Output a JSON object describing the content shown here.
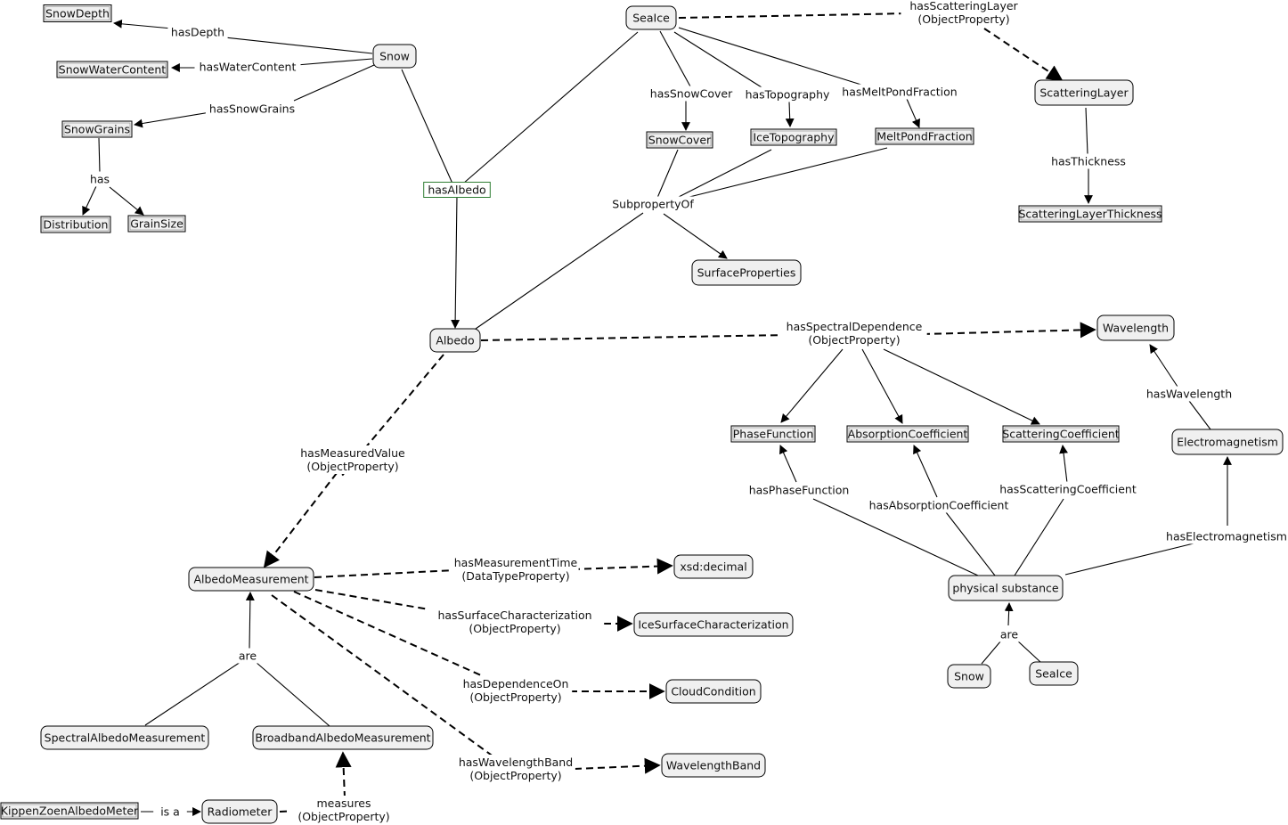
{
  "nodes": {
    "snowdepth": "SnowDepth",
    "snowwatercontent": "SnowWaterContent",
    "snowgrains": "SnowGrains",
    "distribution": "Distribution",
    "grainsize": "GrainSize",
    "snow_top": "Snow",
    "seaice_top": "SeaIce",
    "scatteringlayer": "ScatteringLayer",
    "scatteringlayerthickness": "ScatteringLayerThickness",
    "snowcover": "SnowCover",
    "icetopography": "IceTopography",
    "meltpondfraction": "MeltPondFraction",
    "surfaceproperties": "SurfaceProperties",
    "albedo": "Albedo",
    "wavelength": "Wavelength",
    "phasefunction": "PhaseFunction",
    "absorptioncoefficient": "AbsorptionCoefficient",
    "scatteringcoefficient": "ScatteringCoefficient",
    "electromagnetism": "Electromagnetism",
    "physicalsubstance": "physical substance",
    "snow_bottom": "Snow",
    "seaice_bottom": "SeaIce",
    "albedomeasurement": "AlbedoMeasurement",
    "xsddecimal": "xsd:decimal",
    "icesurfacecharacterization": "IceSurfaceCharacterization",
    "cloudcondition": "CloudCondition",
    "wavelengthband": "WavelengthBand",
    "spectralalbedomeasurement": "SpectralAlbedoMeasurement",
    "broadbandalbedomeasurement": "BroadbandAlbedoMeasurement",
    "kippenzoen": "KippenZoenAlbedoMeter",
    "radiometer": "Radiometer"
  },
  "links": {
    "hasdepth": "hasDepth",
    "haswatercontent": "hasWaterContent",
    "hassnowgrains": "hasSnowGrains",
    "has": "has",
    "hasalbedo": "hasAlbedo",
    "hasscatteringlayer": [
      "hasScatteringLayer",
      "(ObjectProperty)"
    ],
    "hasthickness": "hasThickness",
    "hassnowcover": "hasSnowCover",
    "hastopography": "hasTopography",
    "hasmeltpondfraction": "hasMeltPondFraction",
    "subpropertyof": "SubpropertyOf",
    "hasspectraldependence": [
      "hasSpectralDependence",
      "(ObjectProperty)"
    ],
    "haswavelength": "hasWavelength",
    "hasphasefunction": "hasPhaseFunction",
    "hasabsorptioncoefficient": "hasAbsorptionCoefficient",
    "hasscatteringcoefficient": "hasScatteringCoefficient",
    "haselectromagnetism": "hasElectromagnetism",
    "are_right": "are",
    "hasmeasuredvalue": [
      "hasMeasuredValue",
      "(ObjectProperty)"
    ],
    "hasmeasurementtime": [
      "hasMeasurementTime",
      "(DataTypeProperty)"
    ],
    "hassurfacecharacterization": [
      "hasSurfaceCharacterization",
      "(ObjectProperty)"
    ],
    "hasdependenceon": [
      "hasDependenceOn",
      "(ObjectProperty)"
    ],
    "haswavelengthband": [
      "hasWavelengthBand",
      "(ObjectProperty)"
    ],
    "are_left": "are",
    "isa": "is a",
    "measures": [
      "measures",
      "(ObjectProperty)"
    ]
  },
  "colors": {
    "line": "#000000",
    "node_fill": "#f0f0f0",
    "node_fill_square": "#f0f0f0",
    "highlight_border": "#2e7d32"
  }
}
